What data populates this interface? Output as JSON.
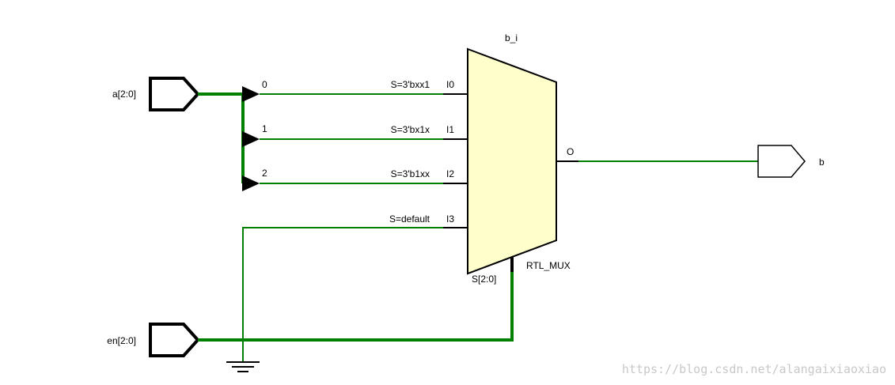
{
  "colors": {
    "wire": "#008000",
    "mux_fill": "#ffffcc",
    "stroke": "#000000",
    "watermark": "#c8c8c8"
  },
  "mux": {
    "instance_name": "b_i",
    "type_name": "RTL_MUX",
    "select_pin": "S[2:0]",
    "output_pin": "O",
    "inputs": [
      {
        "pin": "I0",
        "condition": "S=3'bxx1",
        "bit": "0"
      },
      {
        "pin": "I1",
        "condition": "S=3'bx1x",
        "bit": "1"
      },
      {
        "pin": "I2",
        "condition": "S=3'b1xx",
        "bit": "2"
      },
      {
        "pin": "I3",
        "condition": "S=default",
        "bit": ""
      }
    ]
  },
  "ports": {
    "input_a": "a[2:0]",
    "input_en": "en[2:0]",
    "output_b": "b"
  },
  "ground_icon": "ground-icon",
  "watermark": "https://blog.csdn.net/alangaixiaoxiao"
}
